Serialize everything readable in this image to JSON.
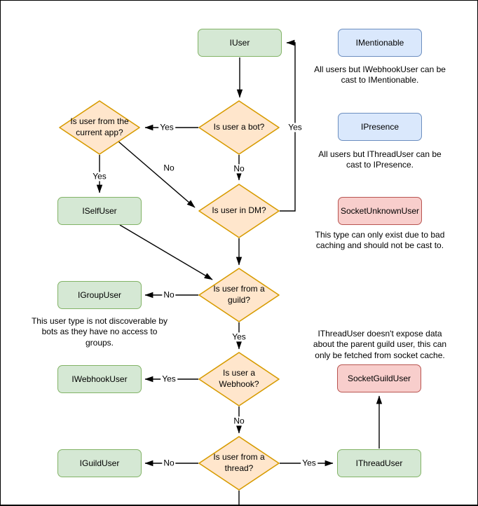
{
  "colors": {
    "green_fill": "#d5e8d4",
    "green_border": "#82b366",
    "blue_fill": "#dae8fc",
    "blue_border": "#6c8ebf",
    "red_fill": "#f8cecc",
    "red_border": "#b85450",
    "orange_fill": "#ffe6cc",
    "orange_border": "#d79b00",
    "line_color": "#000000",
    "text_color": "#000000"
  },
  "nodes": [
    {
      "id": "iuser",
      "label": "IUser",
      "type": "green"
    },
    {
      "id": "iselfuser",
      "label": "ISelfUser",
      "type": "green"
    },
    {
      "id": "igroupuser",
      "label": "IGroupUser",
      "type": "green"
    },
    {
      "id": "iwebhookuser",
      "label": "IWebhookUser",
      "type": "green"
    },
    {
      "id": "iguilduser",
      "label": "IGuildUser",
      "type": "green"
    },
    {
      "id": "ithreaduser",
      "label": "IThreadUser",
      "type": "green"
    },
    {
      "id": "socketguilduser",
      "label": "SocketGuildUser",
      "type": "red"
    },
    {
      "id": "imentionable",
      "label": "IMentionable",
      "type": "blue"
    },
    {
      "id": "ipresence",
      "label": "IPresence",
      "type": "blue"
    },
    {
      "id": "socketunknownuser",
      "label": "SocketUnknownUser",
      "type": "red"
    }
  ],
  "decisions": [
    {
      "id": "is-user-a-bot",
      "label": "Is user a bot?"
    },
    {
      "id": "is-user-current-app",
      "label": "Is user from the\ncurrent app?"
    },
    {
      "id": "is-user-in-dm",
      "label": "Is user in DM?"
    },
    {
      "id": "is-user-from-guild",
      "label": "Is user from a\nguild?"
    },
    {
      "id": "is-user-a-webhook",
      "label": "Is user a\nWebhook?"
    },
    {
      "id": "is-user-from-thread",
      "label": "Is user from a\nthread?"
    }
  ],
  "edge_labels": [
    {
      "id": "bot-yes",
      "text": "Yes"
    },
    {
      "id": "bot-no",
      "text": "No"
    },
    {
      "id": "dm-yes-loop",
      "text": "Yes"
    },
    {
      "id": "app-no",
      "text": "No"
    },
    {
      "id": "app-yes",
      "text": "Yes"
    },
    {
      "id": "guild-no",
      "text": "No"
    },
    {
      "id": "guild-yes",
      "text": "Yes"
    },
    {
      "id": "webhook-yes",
      "text": "Yes"
    },
    {
      "id": "webhook-no",
      "text": "No"
    },
    {
      "id": "thread-no",
      "text": "No"
    },
    {
      "id": "thread-yes",
      "text": "Yes"
    }
  ],
  "captions": [
    {
      "id": "imentionable-note",
      "text": "All users but IWebhookUser can be\ncast to IMentionable."
    },
    {
      "id": "ipresence-note",
      "text": "All users but IThreadUser can be\ncast to IPresence."
    },
    {
      "id": "socketunknownuser-note",
      "text": "This type can only exist due to bad\ncaching and should not be cast to."
    },
    {
      "id": "ithreaduser-note",
      "text": "IThreadUser doesn't expose data\nabout the parent guild user, this can\nonly be fetched from socket cache."
    },
    {
      "id": "igroupuser-note",
      "text": "This user type is not discoverable by\nbots as they have no access to\ngroups."
    }
  ]
}
